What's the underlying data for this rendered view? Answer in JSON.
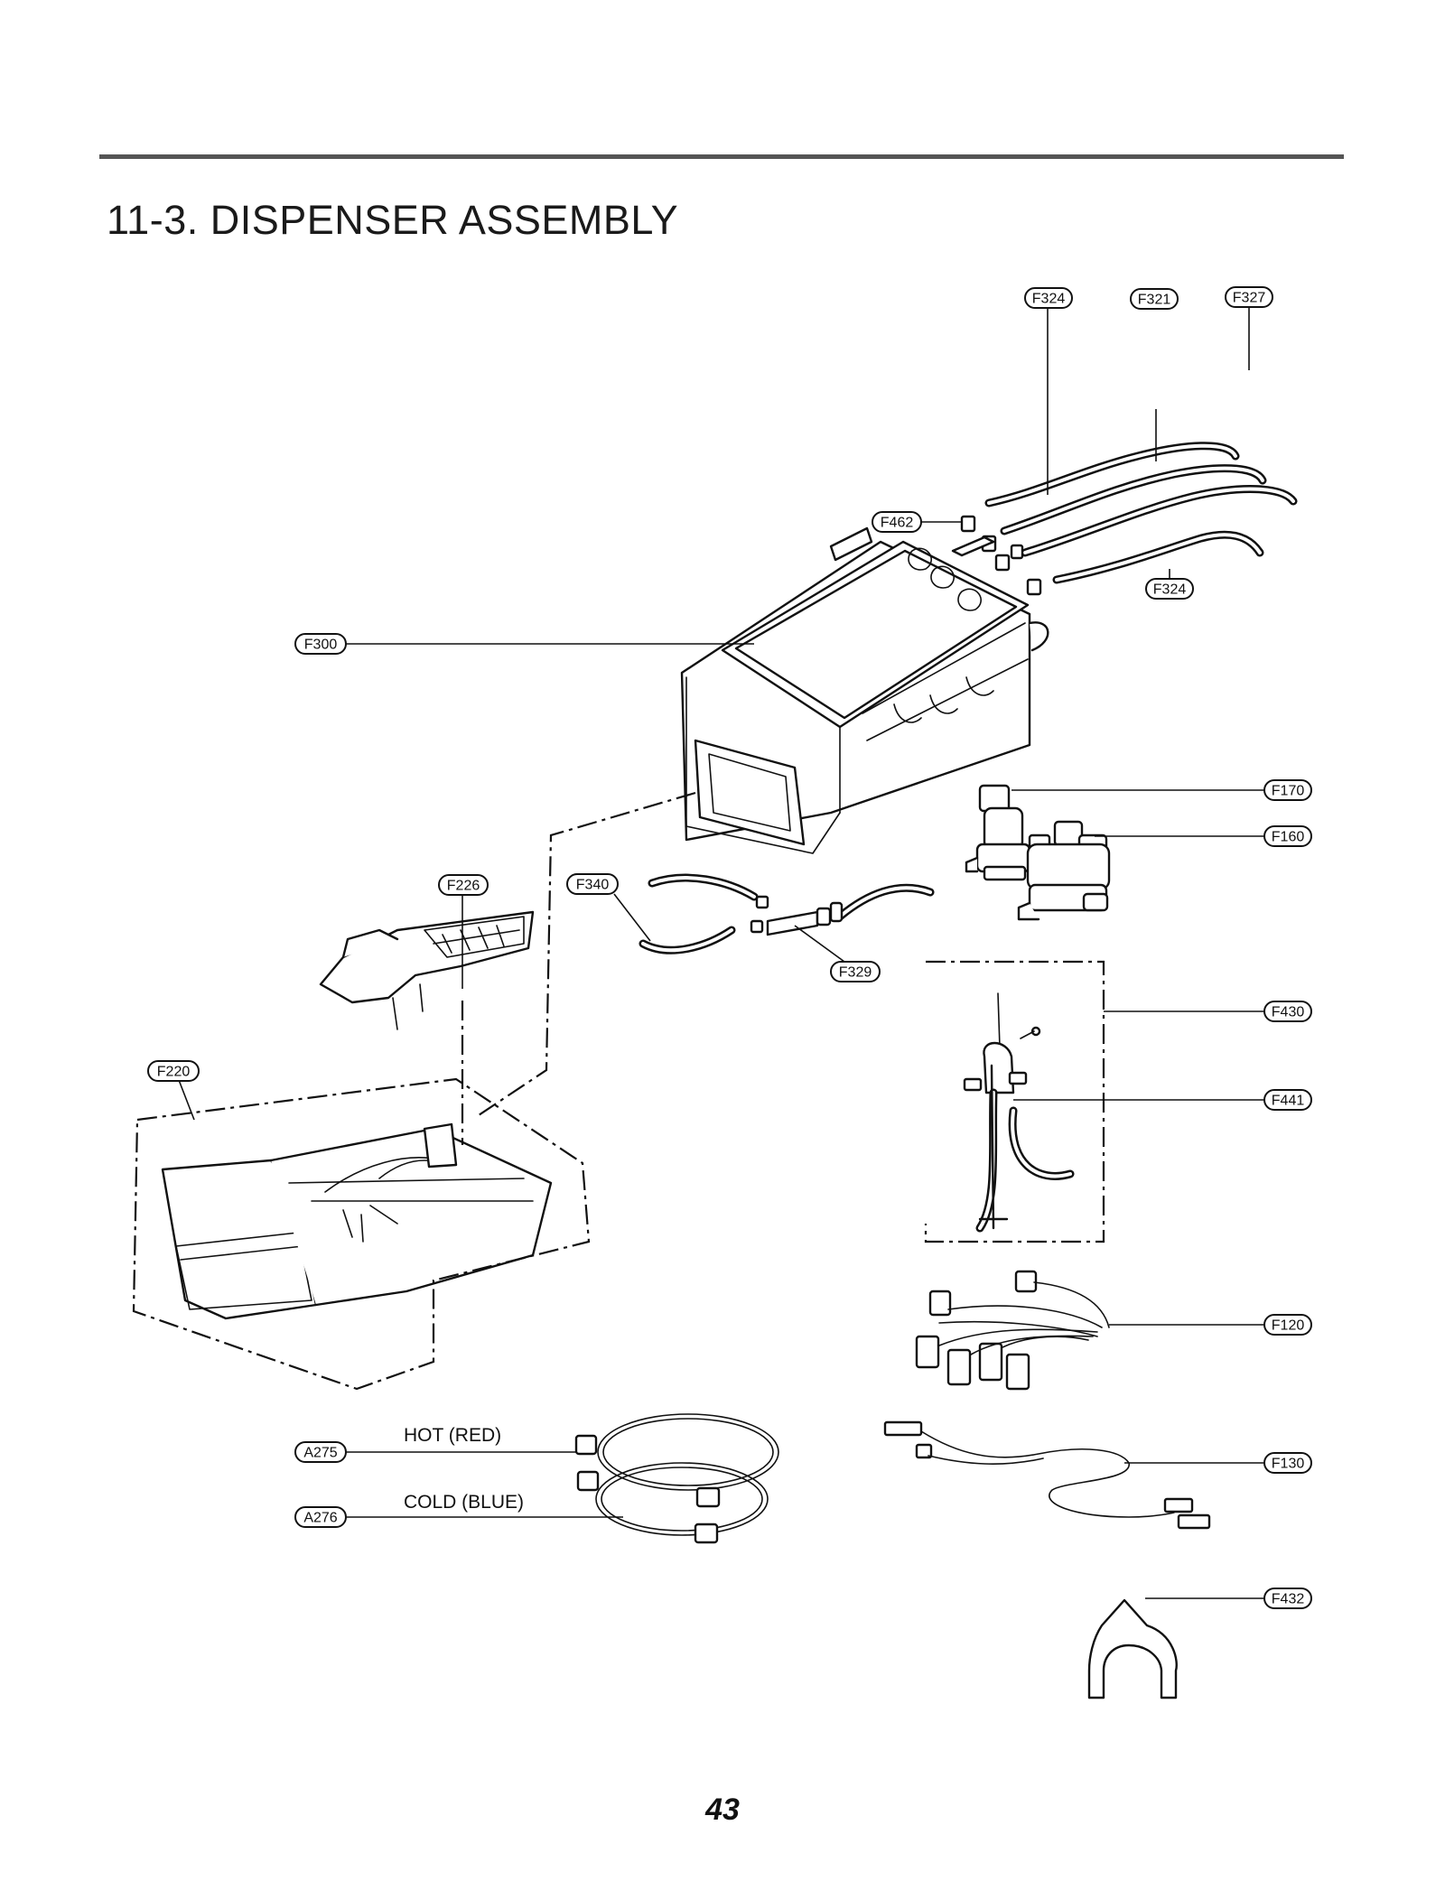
{
  "header": {
    "title": "11-3. DISPENSER ASSEMBLY"
  },
  "footer": {
    "page_number": "43"
  },
  "callouts": {
    "f324_top": "F324",
    "f321": "F321",
    "f327": "F327",
    "f462": "F462",
    "f324_bottom": "F324",
    "f300": "F300",
    "f170": "F170",
    "f160": "F160",
    "f226": "F226",
    "f340": "F340",
    "f329": "F329",
    "f430": "F430",
    "f441": "F441",
    "f220": "F220",
    "f120": "F120",
    "a275": "A275",
    "f130": "F130",
    "a276": "A276",
    "f432": "F432"
  },
  "labels": {
    "hot": "HOT (RED)",
    "cold": "COLD (BLUE)"
  }
}
